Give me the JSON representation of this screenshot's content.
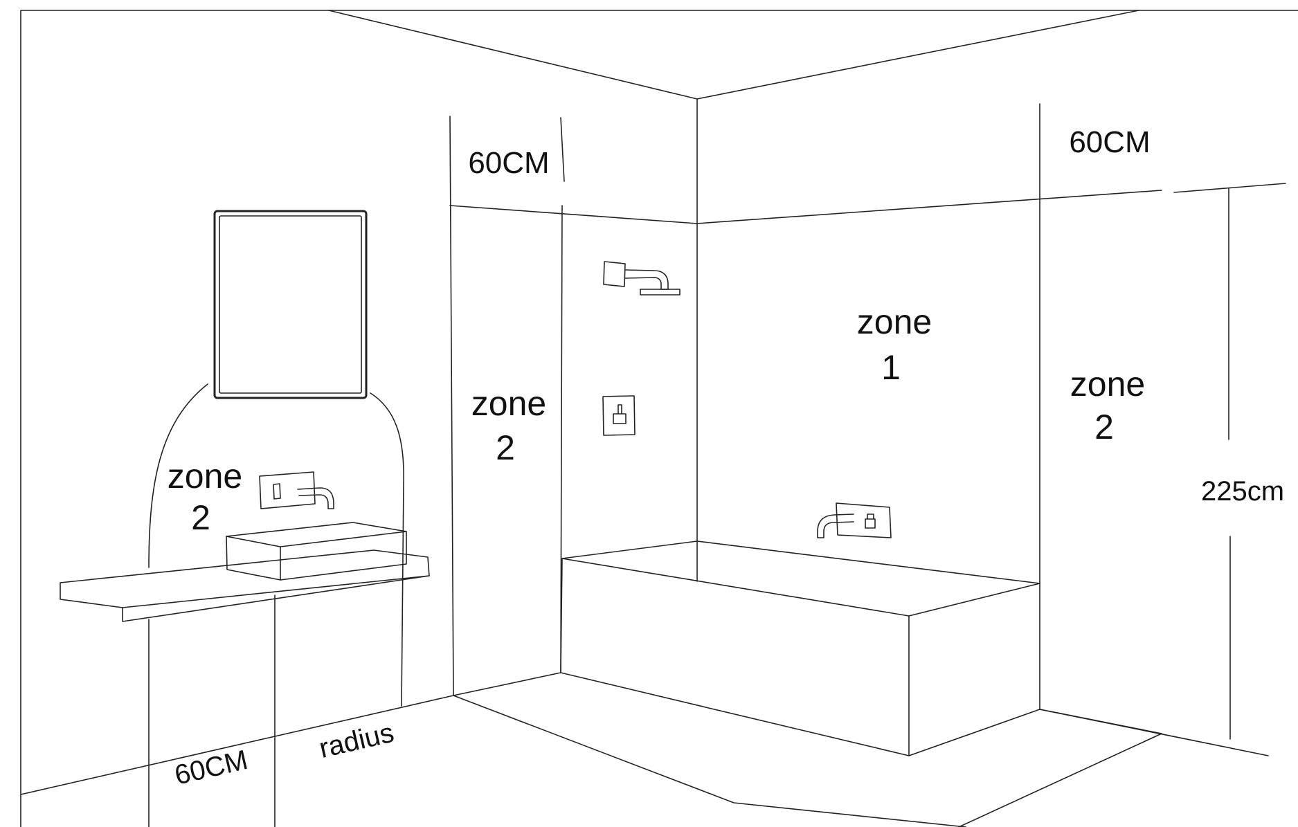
{
  "labels": {
    "zone2_basin_word": "zone",
    "zone2_basin_num": "2",
    "zone2_left_word": "zone",
    "zone2_left_num": "2",
    "zone1_word": "zone",
    "zone1_num": "1",
    "zone2_right_word": "zone",
    "zone2_right_num": "2",
    "dim_top_left": "60CM",
    "dim_top_right": "60CM",
    "dim_height": "225cm",
    "dim_floor": "60CM",
    "dim_radius": "radius"
  },
  "icons": [
    "mirror-icon",
    "basin-icon",
    "basin-tap-icon",
    "shower-head-icon",
    "shower-valve-icon",
    "bath-tap-icon"
  ]
}
